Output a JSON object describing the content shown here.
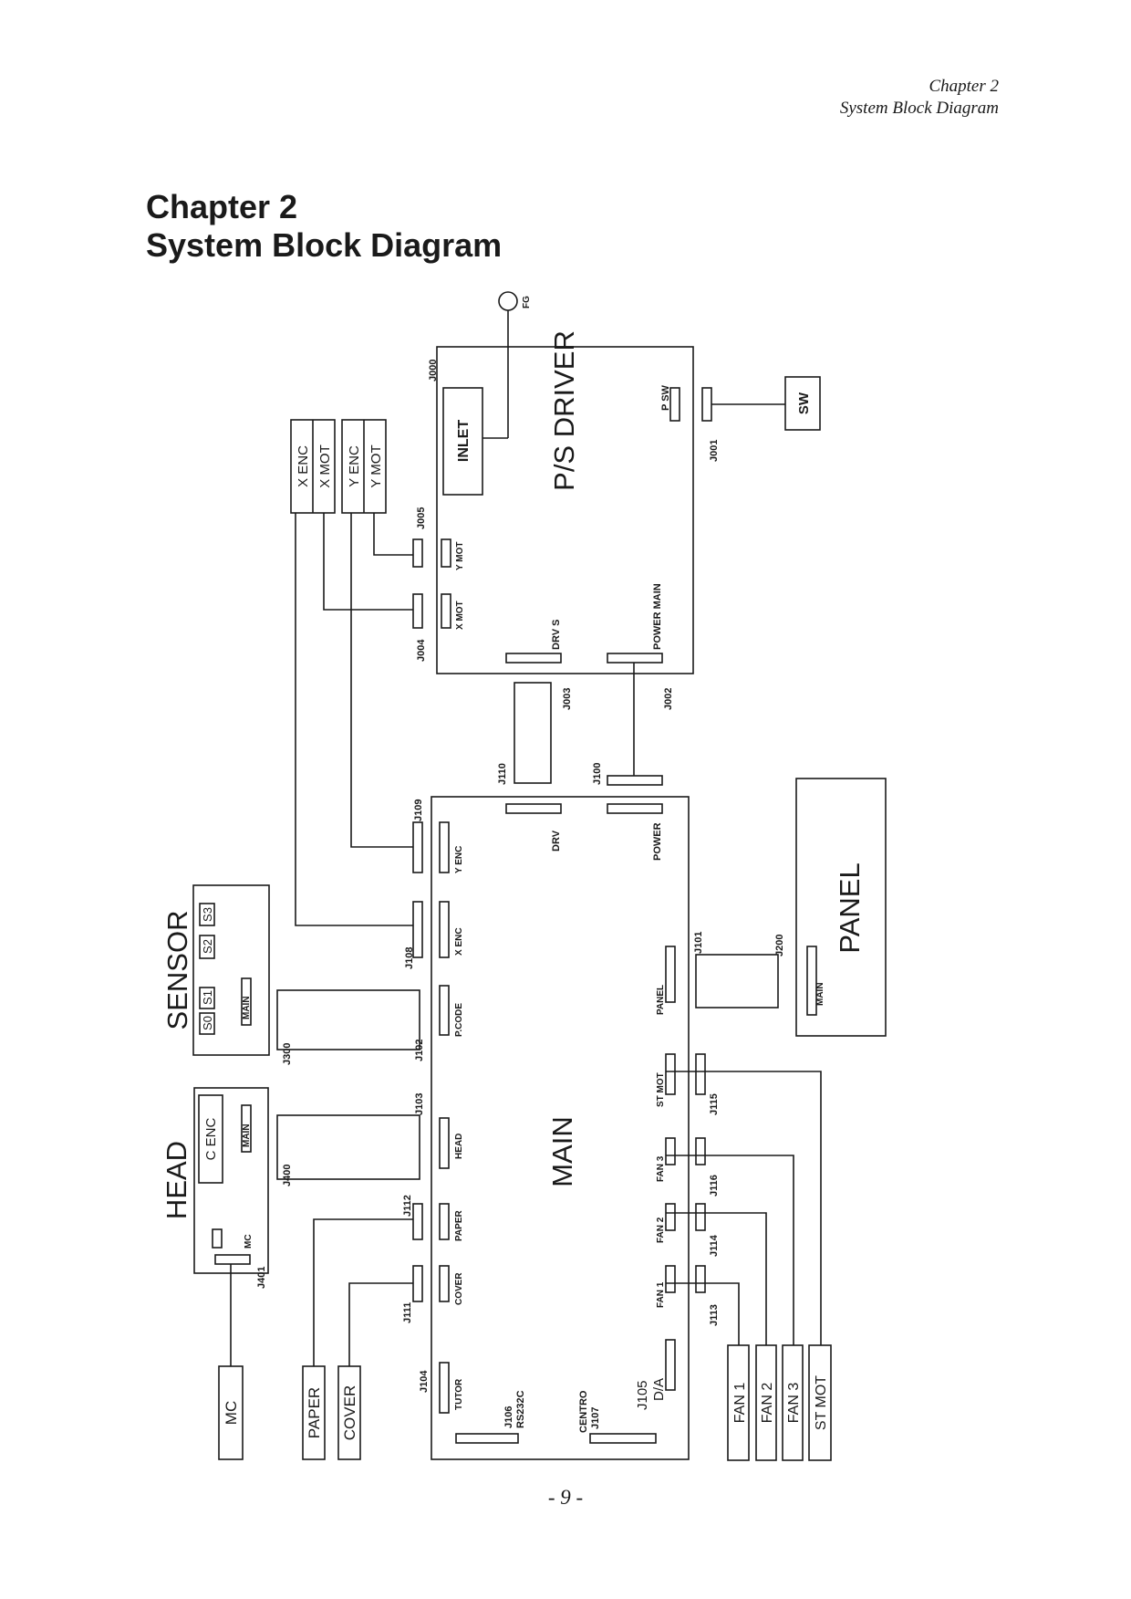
{
  "header": {
    "chapter": "Chapter 2",
    "subtitle": "System Block Diagram"
  },
  "title": {
    "line1": "Chapter 2",
    "line2": "System Block Diagram"
  },
  "page_number": "- 9 -",
  "diagram": {
    "fg": "FG",
    "ps_driver": "P/S DRIVER",
    "inlet": "INLET",
    "j000": "J000",
    "p_sw": "P SW",
    "j001": "J001",
    "sw": "SW",
    "x_enc": "X ENC",
    "x_mot": "X MOT",
    "y_enc": "Y ENC",
    "y_mot": "Y MOT",
    "j005": "J005",
    "j004": "J004",
    "y_mot_conn": "Y MOT",
    "x_mot_conn": "X MOT",
    "drv_s": "DRV S",
    "power_main": "POWER MAIN",
    "j003": "J003",
    "j002": "J002",
    "j110": "J110",
    "j100": "J100",
    "drv": "DRV",
    "power": "POWER",
    "j109": "J109",
    "y_enc_conn": "Y ENC",
    "j108": "J108",
    "x_enc_conn": "X ENC",
    "main": "MAIN",
    "sensor": "SENSOR",
    "s0": "S0",
    "s1": "S1",
    "s2": "S2",
    "s3": "S3",
    "sensor_main": "MAIN",
    "j300": "J300",
    "j102": "J102",
    "p_code": "P.CODE",
    "j101": "J101",
    "panel_conn": "PANEL",
    "j200": "J200",
    "panel": "PANEL",
    "panel_main": "MAIN",
    "head": "HEAD",
    "c_enc": "C ENC",
    "head_main": "MAIN",
    "mc_conn": "MC",
    "j400": "J400",
    "j103": "J103",
    "head_conn": "HEAD",
    "st_mot_conn": "ST MOT",
    "j115": "J115",
    "fan3_conn": "FAN 3",
    "j116": "J116",
    "fan2_conn": "FAN 2",
    "j114": "J114",
    "fan1_conn": "FAN 1",
    "j113": "J113",
    "j112": "J112",
    "paper_conn": "PAPER",
    "j111": "J111",
    "cover_conn": "COVER",
    "j401": "J401",
    "j104": "J104",
    "tutor": "TUTOR",
    "j106": "J106",
    "rs232c": "RS232C",
    "centro": "CENTRO",
    "j107": "J107",
    "j105": "J105",
    "da": "D/A",
    "mc": "MC",
    "paper": "PAPER",
    "cover": "COVER",
    "fan1": "FAN 1",
    "fan2": "FAN 2",
    "fan3": "FAN 3",
    "st_mot": "ST MOT"
  }
}
